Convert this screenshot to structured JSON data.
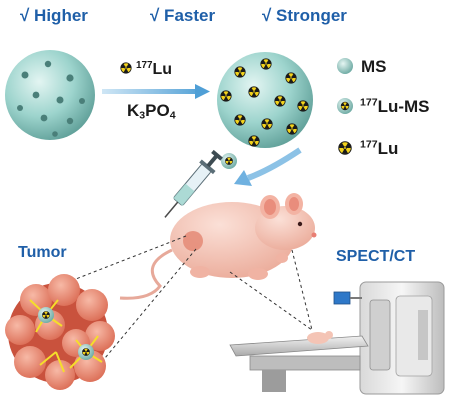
{
  "header": {
    "items": [
      "√ Higher",
      "√ Faster",
      "√ Stronger"
    ]
  },
  "reaction": {
    "reagent_mass": "177",
    "reagent_symbol": "Lu",
    "condition_main": "K",
    "condition_sub1": "3",
    "condition_mid": "PO",
    "condition_sub2": "4"
  },
  "legend": {
    "ms": "MS",
    "lu_ms_mass": "177",
    "lu_ms_text": "Lu-MS",
    "lu_mass": "177",
    "lu_text": "Lu"
  },
  "labels": {
    "tumor": "Tumor",
    "imaging": "SPECT/CT"
  },
  "colors": {
    "accent_blue": "#1f5fa8",
    "sphere_teal": "#8ecdc6",
    "radiation_yellow": "#f2d21b",
    "mouse_pink": "#f4c4b5",
    "tumor_salmon": "#e8836e"
  }
}
